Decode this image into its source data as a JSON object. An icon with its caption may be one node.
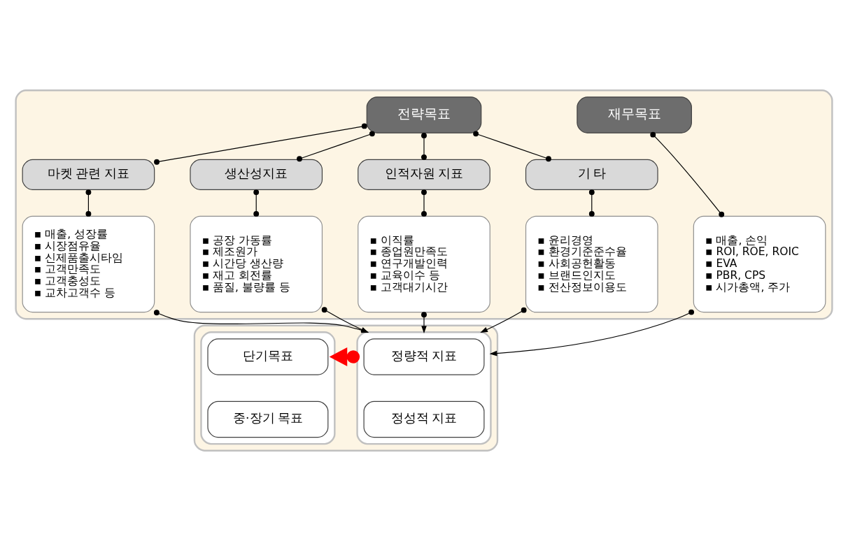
{
  "diagram": {
    "nodes": [
      {
        "text": [],
        "shape": "box"
      },
      {
        "text": [
          "전략목표"
        ],
        "in": 0
      },
      {
        "text": [
          "재무목표"
        ],
        "in": 0
      },
      {
        "text": [
          "마켓 관련 지표"
        ],
        "in": 0
      },
      {
        "text": [
          "생산성지표"
        ],
        "in": 0
      },
      {
        "text": [
          "인적자원 지표"
        ],
        "in": 0
      },
      {
        "text": [
          "기 타"
        ],
        "in": 0
      },
      {
        "text": [
          "▪ 매출, 성장률",
          "▪ 시장점유율",
          "▪ 신제품출시타임",
          "▪ 고객만족도",
          "▪ 고객충성도",
          "▪ 교차고객수 등"
        ],
        "in": 0
      },
      {
        "text": [
          "▪ 공장 가동률",
          "▪ 제조원가",
          "▪ 시간당 생산량",
          "▪ 재고 회전률",
          "▪ 품질, 불량률 등"
        ],
        "in": 0
      },
      {
        "text": [
          "▪ 이직률",
          "▪ 종업원만족도",
          "▪ 연구개발인력",
          "▪ 교육이수 등",
          "▪ 고객대기시간"
        ],
        "in": 0
      },
      {
        "text": [
          "▪ 윤리경영",
          "▪ 환경기준준수율",
          "▪ 사회공헌활동",
          "▪ 브랜드인지도",
          "▪ 전산정보이용도"
        ],
        "in": 0
      },
      {
        "text": [
          "▪ 매출, 손익",
          "▪ ROI, ROE, ROIC",
          "▪ EVA",
          "▪ PBR, CPS",
          "▪ 시가총액, 주가"
        ],
        "in": 0
      },
      {
        "text": [],
        "shape": "box"
      },
      {
        "text": [],
        "shape": "box",
        "in": 12
      },
      {
        "text": [
          "정량적 지표"
        ],
        "in": 13
      },
      {
        "text": [
          "정성적 지표"
        ],
        "in": 13
      },
      {
        "text": [],
        "shape": "box",
        "in": 12
      },
      {
        "text": [
          "단기목표"
        ],
        "in": 16
      },
      {
        "text": [
          "중·장기 목표"
        ],
        "in": 16
      }
    ],
    "edges": [
      {
        "from": 1,
        "to": 3,
        "arrow": "other"
      },
      {
        "from": 1,
        "to": 4,
        "arrow": "other"
      },
      {
        "from": 1,
        "to": 5,
        "arrow": "other"
      },
      {
        "from": 1,
        "to": 6,
        "arrow": "other"
      },
      {
        "from": 2,
        "to": 11,
        "arrow": "other"
      },
      {
        "from": 3,
        "to": 7,
        "arrow": "other"
      },
      {
        "from": 4,
        "to": 8,
        "arrow": "other"
      },
      {
        "from": 5,
        "to": 9,
        "arrow": "other"
      },
      {
        "from": 6,
        "to": 10,
        "arrow": "other"
      },
      {
        "from": 7,
        "to": 13,
        "arrow": "to"
      },
      {
        "from": 8,
        "to": 13,
        "arrow": "to"
      },
      {
        "from": 9,
        "to": 13,
        "arrow": "to"
      },
      {
        "from": 10,
        "to": 13,
        "arrow": "to"
      },
      {
        "from": 11,
        "to": 13,
        "arrow": "to"
      },
      {
        "from": 13,
        "to": 16,
        "arrow": "to",
        "style": "thick",
        "color": "#ff0000"
      }
    ]
  }
}
